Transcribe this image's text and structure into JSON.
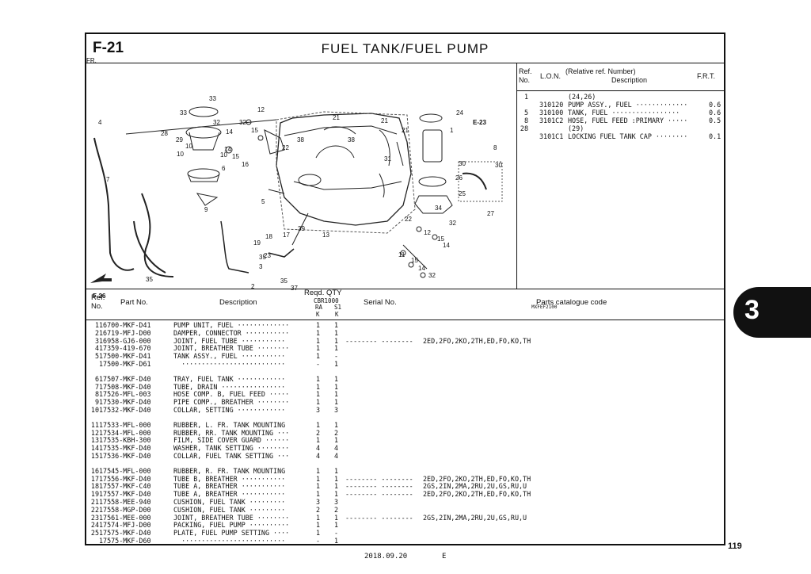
{
  "header": {
    "section": "F-21",
    "title": "FUEL TANK/FUEL PUMP"
  },
  "diagram": {
    "figure_code": "MXFEF2100",
    "callouts": [
      "33",
      "33",
      "32",
      "14",
      "12",
      "28",
      "29",
      "10",
      "10",
      "14",
      "32",
      "15",
      "38",
      "38",
      "22",
      "21",
      "21",
      "21",
      "24",
      "1",
      "E-23",
      "31",
      "8",
      "30",
      "30",
      "26",
      "25",
      "27",
      "9",
      "7",
      "4",
      "6",
      "16",
      "15",
      "10",
      "5",
      "34",
      "22",
      "32",
      "12",
      "15",
      "14",
      "11",
      "15",
      "14",
      "32",
      "39",
      "13",
      "18",
      "23",
      "19",
      "17",
      "35",
      "3",
      "2",
      "35",
      "35",
      "37",
      "F-26",
      "FR."
    ]
  },
  "ref_table": {
    "headers": {
      "ref": "Ref.",
      "no": "No.",
      "lon": "L.O.N.",
      "relref": "(Relative ref. Number)",
      "desc": "Description",
      "frt": "F.R.T."
    },
    "rows": [
      {
        "ref": "1",
        "lon": "",
        "desc": "(24,26)",
        "frt": ""
      },
      {
        "ref": "",
        "lon": "310120",
        "desc": "PUMP ASSY., FUEL ·············",
        "frt": "0.6"
      },
      {
        "ref": "5",
        "lon": "310100",
        "desc": "TANK, FUEL ·················",
        "frt": "0.6"
      },
      {
        "ref": "8",
        "lon": "3101C2",
        "desc": "HOSE, FUEL FEED :PRIMARY ·····",
        "frt": "0.5"
      },
      {
        "ref": "28",
        "lon": "",
        "desc": "(29)",
        "frt": ""
      },
      {
        "ref": "",
        "lon": "3101C1",
        "desc": "LOCKING FUEL TANK CAP ········",
        "frt": "0.1"
      }
    ]
  },
  "parts_table": {
    "headers": {
      "ref": "Ref.",
      "no": "No.",
      "partno": "Part No.",
      "desc": "Description",
      "reqd": "Reqd. QTY",
      "model": "CBR1000",
      "col1a": "RA",
      "col1b": "K",
      "col2a": "S1",
      "col2b": "K",
      "serial": "Serial No.",
      "catalogue": "Parts catalogue code"
    },
    "rows": [
      {
        "ref": "1",
        "part": "16700-MKF-D41",
        "desc": "PUMP UNIT, FUEL ·············",
        "q1": "1",
        "q2": "1",
        "serial": "",
        "code": ""
      },
      {
        "ref": "2",
        "part": "16719-MFJ-D00",
        "desc": "DAMPER, CONNECTOR ···········",
        "q1": "1",
        "q2": "1",
        "serial": "",
        "code": ""
      },
      {
        "ref": "3",
        "part": "16958-GJ6-000",
        "desc": "JOINT, FUEL TUBE ···········",
        "q1": "1",
        "q2": "1",
        "serial": "-------- --------",
        "code": "2ED,2FO,2KO,2TH,ED,FO,KO,TH"
      },
      {
        "ref": "4",
        "part": "17359-419-670",
        "desc": "JOINT, BREATHER TUBE ········",
        "q1": "1",
        "q2": "1",
        "serial": "",
        "code": ""
      },
      {
        "ref": "5",
        "part": "17500-MKF-D41",
        "desc": "TANK ASSY., FUEL ···········",
        "q1": "1",
        "q2": "-",
        "serial": "",
        "code": ""
      },
      {
        "ref": "",
        "part": "17500-MKF-D61",
        "desc": "  ··························",
        "q1": "-",
        "q2": "1",
        "serial": "",
        "code": ""
      },
      {
        "ref": "6",
        "part": "17507-MKF-D40",
        "desc": "TRAY, FUEL TANK ············",
        "q1": "1",
        "q2": "1",
        "serial": "",
        "code": ""
      },
      {
        "ref": "7",
        "part": "17508-MKF-D40",
        "desc": "TUBE, DRAIN ················",
        "q1": "1",
        "q2": "1",
        "serial": "",
        "code": ""
      },
      {
        "ref": "8",
        "part": "17526-MFL-003",
        "desc": "HOSE COMP. B, FUEL FEED ·····",
        "q1": "1",
        "q2": "1",
        "serial": "",
        "code": ""
      },
      {
        "ref": "9",
        "part": "17530-MKF-D40",
        "desc": "PIPE COMP., BREATHER ········",
        "q1": "1",
        "q2": "1",
        "serial": "",
        "code": ""
      },
      {
        "ref": "10",
        "part": "17532-MKF-D40",
        "desc": "COLLAR, SETTING ············",
        "q1": "3",
        "q2": "3",
        "serial": "",
        "code": ""
      },
      {
        "ref": "11",
        "part": "17533-MFL-000",
        "desc": "RUBBER, L. FR. TANK MOUNTING",
        "q1": "1",
        "q2": "1",
        "serial": "",
        "code": ""
      },
      {
        "ref": "12",
        "part": "17534-MFL-000",
        "desc": "RUBBER, RR. TANK MOUNTING ···",
        "q1": "2",
        "q2": "2",
        "serial": "",
        "code": ""
      },
      {
        "ref": "13",
        "part": "17535-KBH-300",
        "desc": "FILM, SIDE COVER GUARD ······",
        "q1": "1",
        "q2": "1",
        "serial": "",
        "code": ""
      },
      {
        "ref": "14",
        "part": "17535-MKF-D40",
        "desc": "WASHER, TANK SETTING ········",
        "q1": "4",
        "q2": "4",
        "serial": "",
        "code": ""
      },
      {
        "ref": "15",
        "part": "17536-MKF-D40",
        "desc": "COLLAR, FUEL TANK SETTING ···",
        "q1": "4",
        "q2": "4",
        "serial": "",
        "code": ""
      },
      {
        "ref": "16",
        "part": "17545-MFL-000",
        "desc": "RUBBER, R. FR. TANK MOUNTING",
        "q1": "1",
        "q2": "1",
        "serial": "",
        "code": ""
      },
      {
        "ref": "17",
        "part": "17556-MKF-D40",
        "desc": "TUBE B, BREATHER ···········",
        "q1": "1",
        "q2": "1",
        "serial": "-------- --------",
        "code": "2ED,2FO,2KO,2TH,ED,FO,KO,TH"
      },
      {
        "ref": "18",
        "part": "17557-MKF-C40",
        "desc": "TUBE A, BREATHER ···········",
        "q1": "1",
        "q2": "1",
        "serial": "-------- --------",
        "code": "2GS,2IN,2MA,2RU,2U,GS,RU,U"
      },
      {
        "ref": "19",
        "part": "17557-MKF-D40",
        "desc": "TUBE A, BREATHER ···········",
        "q1": "1",
        "q2": "1",
        "serial": "-------- --------",
        "code": "2ED,2FO,2KO,2TH,ED,FO,KO,TH"
      },
      {
        "ref": "21",
        "part": "17558-MEE-940",
        "desc": "CUSHION, FUEL TANK ·········",
        "q1": "3",
        "q2": "3",
        "serial": "",
        "code": ""
      },
      {
        "ref": "22",
        "part": "17558-MGP-D00",
        "desc": "CUSHION, FUEL TANK ·········",
        "q1": "2",
        "q2": "2",
        "serial": "",
        "code": ""
      },
      {
        "ref": "23",
        "part": "17561-MEE-000",
        "desc": "JOINT, BREATHER TUBE ········",
        "q1": "1",
        "q2": "1",
        "serial": "-------- --------",
        "code": "2GS,2IN,2MA,2RU,2U,GS,RU,U"
      },
      {
        "ref": "24",
        "part": "17574-MFJ-D00",
        "desc": "PACKING, FUEL PUMP ··········",
        "q1": "1",
        "q2": "1",
        "serial": "",
        "code": ""
      },
      {
        "ref": "25",
        "part": "17575-MKF-D40",
        "desc": "PLATE, FUEL PUMP SETTING ····",
        "q1": "1",
        "q2": "-",
        "serial": "",
        "code": ""
      },
      {
        "ref": "",
        "part": "17575-MKF-D60",
        "desc": "  ··························",
        "q1": "-",
        "q2": "1",
        "serial": "",
        "code": ""
      }
    ]
  },
  "side_tab": "3",
  "page_number": "119",
  "footer": {
    "date": "2018.09.20",
    "edition": "E"
  }
}
